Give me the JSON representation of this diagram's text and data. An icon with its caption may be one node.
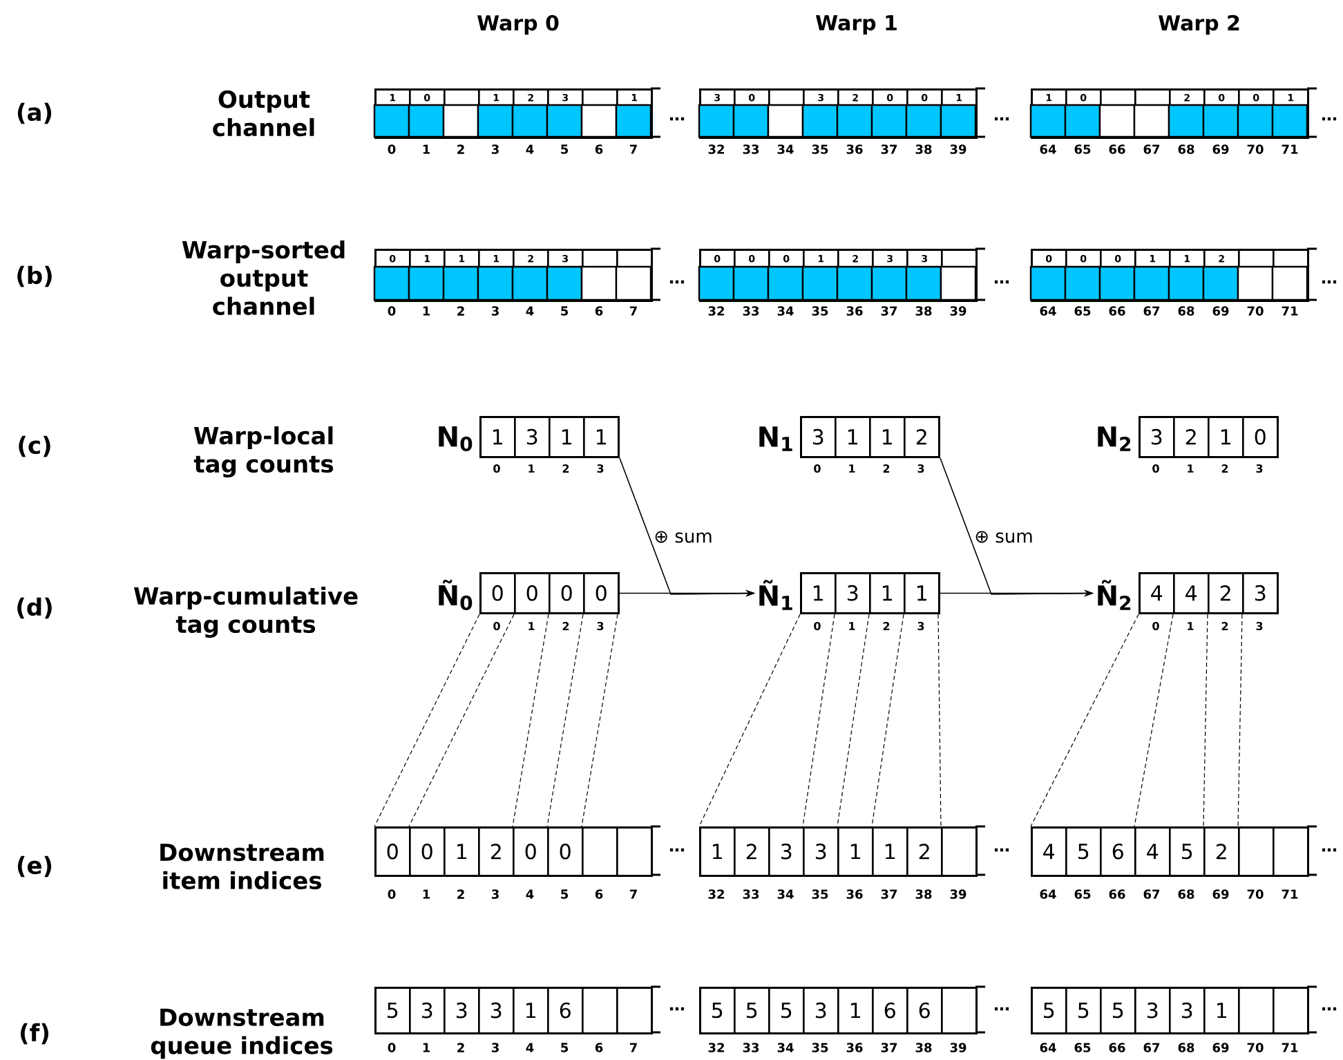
{
  "diagram": {
    "nodes": [
      {
        "text": [],
        "shape": "box"
      },
      {
        "text": [
          "1"
        ],
        "in": 0,
        "beside": [
          "0"
        ]
      },
      {
        "text": [
          "0"
        ],
        "in": 0,
        "beside": [
          "1"
        ]
      },
      {
        "text": [],
        "shape": "box",
        "in": 0,
        "beside": [
          "2"
        ]
      },
      {
        "text": [
          "1"
        ],
        "in": 0,
        "beside": [
          "3"
        ]
      },
      {
        "text": [
          "2"
        ],
        "in": 0,
        "beside": [
          "4"
        ]
      },
      {
        "text": [
          "3"
        ],
        "in": 0,
        "beside": [
          "5"
        ]
      },
      {
        "text": [],
        "shape": "box",
        "in": 0,
        "beside": [
          "6"
        ]
      },
      {
        "text": [
          "1"
        ],
        "in": 0,
        "beside": [
          "7"
        ]
      },
      {
        "text": [],
        "shape": "box"
      },
      {
        "text": [
          "3"
        ],
        "in": 9,
        "beside": [
          "32"
        ]
      },
      {
        "text": [
          "0"
        ],
        "in": 9,
        "beside": [
          "33"
        ]
      },
      {
        "text": [],
        "shape": "box",
        "in": 9,
        "beside": [
          "34"
        ]
      },
      {
        "text": [
          "3"
        ],
        "in": 9,
        "beside": [
          "35"
        ]
      },
      {
        "text": [
          "2"
        ],
        "in": 9,
        "beside": [
          "36"
        ]
      },
      {
        "text": [
          "0"
        ],
        "in": 9,
        "beside": [
          "37"
        ]
      },
      {
        "text": [
          "0"
        ],
        "in": 9,
        "beside": [
          "38"
        ]
      },
      {
        "text": [
          "1"
        ],
        "in": 9,
        "beside": [
          "39"
        ]
      },
      {
        "text": [],
        "shape": "box"
      },
      {
        "text": [
          "1"
        ],
        "in": 18,
        "beside": [
          "64"
        ]
      },
      {
        "text": [
          "0"
        ],
        "in": 18,
        "beside": [
          "65"
        ]
      },
      {
        "text": [],
        "shape": "box",
        "in": 18,
        "beside": [
          "66"
        ]
      },
      {
        "text": [],
        "shape": "box",
        "in": 18,
        "beside": [
          "67"
        ]
      },
      {
        "text": [
          "2"
        ],
        "in": 18,
        "beside": [
          "68"
        ]
      },
      {
        "text": [
          "0"
        ],
        "in": 18,
        "beside": [
          "69"
        ]
      },
      {
        "text": [
          "0"
        ],
        "in": 18,
        "beside": [
          "70"
        ]
      },
      {
        "text": [
          "1"
        ],
        "in": 18,
        "beside": [
          "71"
        ]
      },
      {
        "text": [],
        "shape": "box"
      },
      {
        "text": [
          "0"
        ],
        "in": 27,
        "beside": [
          "0"
        ]
      },
      {
        "text": [
          "1"
        ],
        "in": 27,
        "beside": [
          "1"
        ]
      },
      {
        "text": [
          "1"
        ],
        "in": 27,
        "beside": [
          "2"
        ]
      },
      {
        "text": [
          "1"
        ],
        "in": 27,
        "beside": [
          "3"
        ]
      },
      {
        "text": [
          "2"
        ],
        "in": 27,
        "beside": [
          "4"
        ]
      },
      {
        "text": [
          "3"
        ],
        "in": 27,
        "beside": [
          "5"
        ]
      },
      {
        "text": [],
        "shape": "box",
        "in": 27,
        "beside": [
          "6"
        ]
      },
      {
        "text": [],
        "shape": "box",
        "in": 27,
        "beside": [
          "7"
        ]
      },
      {
        "text": [],
        "shape": "box"
      },
      {
        "text": [
          "0"
        ],
        "in": 36,
        "beside": [
          "32"
        ]
      },
      {
        "text": [
          "0"
        ],
        "in": 36,
        "beside": [
          "33"
        ]
      },
      {
        "text": [
          "0"
        ],
        "in": 36,
        "beside": [
          "34"
        ]
      },
      {
        "text": [
          "1"
        ],
        "in": 36,
        "beside": [
          "35"
        ]
      },
      {
        "text": [
          "2"
        ],
        "in": 36,
        "beside": [
          "36"
        ]
      },
      {
        "text": [
          "3"
        ],
        "in": 36,
        "beside": [
          "37"
        ]
      },
      {
        "text": [
          "3"
        ],
        "in": 36,
        "beside": [
          "38"
        ]
      },
      {
        "text": [],
        "shape": "box",
        "in": 36,
        "beside": [
          "39"
        ]
      },
      {
        "text": [],
        "shape": "box"
      },
      {
        "text": [
          "0"
        ],
        "in": 45,
        "beside": [
          "64"
        ]
      },
      {
        "text": [
          "0"
        ],
        "in": 45,
        "beside": [
          "65"
        ]
      },
      {
        "text": [
          "0"
        ],
        "in": 45,
        "beside": [
          "66"
        ]
      },
      {
        "text": [
          "1"
        ],
        "in": 45,
        "beside": [
          "67"
        ]
      },
      {
        "text": [
          "1"
        ],
        "in": 45,
        "beside": [
          "68"
        ]
      },
      {
        "text": [
          "2"
        ],
        "in": 45,
        "beside": [
          "69"
        ]
      },
      {
        "text": [],
        "shape": "box",
        "in": 45,
        "beside": [
          "70"
        ]
      },
      {
        "text": [],
        "shape": "box",
        "in": 45,
        "beside": [
          "71"
        ]
      },
      {
        "text": [],
        "shape": "box",
        "beside": [
          "N$_{0}$"
        ]
      },
      {
        "text": [
          "1"
        ],
        "in": 54,
        "beside": [
          "0"
        ]
      },
      {
        "text": [
          "3"
        ],
        "in": 54,
        "beside": [
          "1"
        ]
      },
      {
        "text": [
          "1"
        ],
        "in": 54,
        "beside": [
          "2"
        ]
      },
      {
        "text": [
          "1"
        ],
        "in": 54,
        "beside": [
          "3"
        ]
      },
      {
        "text": [],
        "shape": "box",
        "beside": [
          "N$_{1}$"
        ]
      },
      {
        "text": [
          "3"
        ],
        "in": 59,
        "beside": [
          "0"
        ]
      },
      {
        "text": [
          "1"
        ],
        "in": 59,
        "beside": [
          "1"
        ]
      },
      {
        "text": [
          "1"
        ],
        "in": 59,
        "beside": [
          "2"
        ]
      },
      {
        "text": [
          "2"
        ],
        "in": 59,
        "beside": [
          "3"
        ]
      },
      {
        "text": [],
        "shape": "box",
        "beside": [
          "N$_{2}$"
        ]
      },
      {
        "text": [
          "3"
        ],
        "in": 64,
        "beside": [
          "0"
        ]
      },
      {
        "text": [
          "2"
        ],
        "in": 64,
        "beside": [
          "1"
        ]
      },
      {
        "text": [
          "1"
        ],
        "in": 64,
        "beside": [
          "2"
        ]
      },
      {
        "text": [
          "0"
        ],
        "in": 64,
        "beside": [
          "3"
        ]
      },
      {
        "text": [],
        "shape": "box",
        "beside": [
          "Ñ$_{0}$"
        ]
      },
      {
        "text": [
          "0"
        ],
        "in": 69,
        "beside": [
          "0"
        ]
      },
      {
        "text": [
          "0"
        ],
        "in": 69,
        "beside": [
          "1"
        ]
      },
      {
        "text": [
          "0"
        ],
        "in": 69,
        "beside": [
          "2"
        ]
      },
      {
        "text": [
          "0"
        ],
        "in": 69,
        "beside": [
          "3"
        ]
      },
      {
        "text": [],
        "shape": "box",
        "beside": [
          "Ñ$_{1}$"
        ]
      },
      {
        "text": [
          "1"
        ],
        "in": 74,
        "beside": [
          "0"
        ]
      },
      {
        "text": [
          "3"
        ],
        "in": 74,
        "beside": [
          "1"
        ]
      },
      {
        "text": [
          "1"
        ],
        "in": 74,
        "beside": [
          "2"
        ]
      },
      {
        "text": [
          "1"
        ],
        "in": 74,
        "beside": [
          "3"
        ]
      },
      {
        "text": [],
        "shape": "box",
        "beside": [
          "Ñ$_{2}$"
        ]
      },
      {
        "text": [
          "4"
        ],
        "in": 79,
        "beside": [
          "0"
        ]
      },
      {
        "text": [
          "4"
        ],
        "in": 79,
        "beside": [
          "1"
        ]
      },
      {
        "text": [
          "2"
        ],
        "in": 79,
        "beside": [
          "2"
        ]
      },
      {
        "text": [
          "3"
        ],
        "in": 79,
        "beside": [
          "3"
        ]
      },
      {
        "text": [],
        "shape": "box"
      },
      {
        "text": [
          "0"
        ],
        "in": 84,
        "beside": [
          "0"
        ]
      },
      {
        "text": [
          "0"
        ],
        "in": 84,
        "beside": [
          "1"
        ]
      },
      {
        "text": [
          "1"
        ],
        "in": 84,
        "beside": [
          "2"
        ]
      },
      {
        "text": [
          "2"
        ],
        "in": 84,
        "beside": [
          "3"
        ]
      },
      {
        "text": [
          "0"
        ],
        "in": 84,
        "beside": [
          "4"
        ]
      },
      {
        "text": [
          "0"
        ],
        "in": 84,
        "beside": [
          "5"
        ]
      },
      {
        "text": [],
        "shape": "box",
        "in": 84,
        "beside": [
          "6"
        ]
      },
      {
        "text": [],
        "shape": "box",
        "in": 84,
        "beside": [
          "7"
        ]
      },
      {
        "text": [],
        "shape": "box"
      },
      {
        "text": [
          "1"
        ],
        "in": 93,
        "beside": [
          "32"
        ]
      },
      {
        "text": [
          "2"
        ],
        "in": 93,
        "beside": [
          "33"
        ]
      },
      {
        "text": [
          "3"
        ],
        "in": 93,
        "beside": [
          "34"
        ]
      },
      {
        "text": [
          "3"
        ],
        "in": 93,
        "beside": [
          "35"
        ]
      },
      {
        "text": [
          "1"
        ],
        "in": 93,
        "beside": [
          "36"
        ]
      },
      {
        "text": [
          "1"
        ],
        "in": 93,
        "beside": [
          "37"
        ]
      },
      {
        "text": [
          "2"
        ],
        "in": 93,
        "beside": [
          "38"
        ]
      },
      {
        "text": [],
        "shape": "box",
        "in": 93,
        "beside": [
          "39"
        ]
      },
      {
        "text": [],
        "shape": "box"
      },
      {
        "text": [
          "4"
        ],
        "in": 102,
        "beside": [
          "64"
        ]
      },
      {
        "text": [
          "5"
        ],
        "in": 102,
        "beside": [
          "65"
        ]
      },
      {
        "text": [
          "6"
        ],
        "in": 102,
        "beside": [
          "66"
        ]
      },
      {
        "text": [
          "4"
        ],
        "in": 102,
        "beside": [
          "67"
        ]
      },
      {
        "text": [
          "5"
        ],
        "in": 102,
        "beside": [
          "68"
        ]
      },
      {
        "text": [
          "2"
        ],
        "in": 102,
        "beside": [
          "69"
        ]
      },
      {
        "text": [],
        "shape": "box",
        "in": 102,
        "beside": [
          "70"
        ]
      },
      {
        "text": [],
        "shape": "box",
        "in": 102,
        "beside": [
          "71"
        ]
      },
      {
        "text": [],
        "shape": "box"
      },
      {
        "text": [
          "5"
        ],
        "in": 111,
        "beside": [
          "0"
        ]
      },
      {
        "text": [
          "3"
        ],
        "in": 111,
        "beside": [
          "1"
        ]
      },
      {
        "text": [
          "3"
        ],
        "in": 111,
        "beside": [
          "2"
        ]
      },
      {
        "text": [
          "3"
        ],
        "in": 111,
        "beside": [
          "3"
        ]
      },
      {
        "text": [
          "1"
        ],
        "in": 111,
        "beside": [
          "4"
        ]
      },
      {
        "text": [
          "6"
        ],
        "in": 111,
        "beside": [
          "5"
        ]
      },
      {
        "text": [],
        "shape": "box",
        "in": 111,
        "beside": [
          "6"
        ]
      },
      {
        "text": [],
        "shape": "box",
        "in": 111,
        "beside": [
          "7"
        ]
      },
      {
        "text": [],
        "shape": "box"
      },
      {
        "text": [
          "5"
        ],
        "in": 120,
        "beside": [
          "32"
        ]
      },
      {
        "text": [
          "5"
        ],
        "in": 120,
        "beside": [
          "33"
        ]
      },
      {
        "text": [
          "5"
        ],
        "in": 120,
        "beside": [
          "34"
        ]
      },
      {
        "text": [
          "3"
        ],
        "in": 120,
        "beside": [
          "35"
        ]
      },
      {
        "text": [
          "1"
        ],
        "in": 120,
        "beside": [
          "36"
        ]
      },
      {
        "text": [
          "6"
        ],
        "in": 120,
        "beside": [
          "37"
        ]
      },
      {
        "text": [
          "6"
        ],
        "in": 120,
        "beside": [
          "38"
        ]
      },
      {
        "text": [],
        "shape": "box",
        "in": 120,
        "beside": [
          "39"
        ]
      },
      {
        "text": [],
        "shape": "box"
      },
      {
        "text": [
          "5"
        ],
        "in": 129,
        "beside": [
          "64"
        ]
      },
      {
        "text": [
          "5"
        ],
        "in": 129,
        "beside": [
          "65"
        ]
      },
      {
        "text": [
          "5"
        ],
        "in": 129,
        "beside": [
          "66"
        ]
      },
      {
        "text": [
          "3"
        ],
        "in": 129,
        "beside": [
          "67"
        ]
      },
      {
        "text": [
          "3"
        ],
        "in": 129,
        "beside": [
          "68"
        ]
      },
      {
        "text": [
          "1"
        ],
        "in": 129,
        "beside": [
          "69"
        ]
      },
      {
        "text": [],
        "shape": "box",
        "in": 129,
        "beside": [
          "70"
        ]
      },
      {
        "text": [],
        "shape": "box",
        "in": 129,
        "beside": [
          "71"
        ]
      }
    ],
    "edges": [
      {
        "from": 69,
        "to": 84,
        "arrow": "none",
        "style": "dashed"
      },
      {
        "from": 69,
        "to": 84,
        "arrow": "none",
        "style": "dashed"
      },
      {
        "from": 69,
        "to": 84,
        "arrow": "none",
        "style": "dashed"
      },
      {
        "from": 69,
        "to": 84,
        "arrow": "none",
        "style": "dashed"
      },
      {
        "from": 69,
        "to": 84,
        "arrow": "none",
        "style": "dashed"
      },
      {
        "from": 74,
        "to": 93,
        "arrow": "none",
        "style": "dashed"
      },
      {
        "from": 74,
        "to": 93,
        "arrow": "none",
        "style": "dashed"
      },
      {
        "from": 74,
        "to": 93,
        "arrow": "none",
        "style": "dashed"
      },
      {
        "from": 74,
        "to": 93,
        "arrow": "none",
        "style": "dashed"
      },
      {
        "from": 74,
        "to": 93,
        "arrow": "none",
        "style": "dashed"
      },
      {
        "from": 79,
        "to": 102,
        "arrow": "none",
        "style": "dashed"
      },
      {
        "from": 79,
        "to": 102,
        "arrow": "none",
        "style": "dashed"
      },
      {
        "from": 79,
        "to": 102,
        "arrow": "none",
        "style": "dashed"
      },
      {
        "from": 79,
        "to": 102,
        "arrow": "none",
        "style": "dashed"
      },
      {
        "from": 69,
        "to": 74,
        "arrow": "to"
      },
      {
        "from": 54,
        "to": 74,
        "arrow": "to",
        "label": "⊕ sum"
      },
      {
        "from": 74,
        "to": 79,
        "arrow": "to"
      },
      {
        "from": 59,
        "to": 79,
        "arrow": "to",
        "label": "⊕ sum"
      }
    ],
    "labels": [
      "Warp 0",
      "Warp 1",
      "Warp 2",
      "(a)",
      "Output channel",
      "…",
      "…",
      "…",
      "(b)",
      "Warp-sorted output channel",
      "…",
      "…",
      "…",
      "(c)",
      "Warp-local tag counts",
      "(d)",
      "Warp-cumulative tag counts",
      "(e)",
      "Downstream item indices",
      "…",
      "…",
      "…",
      "(f)",
      "Downstream queue indices",
      "…",
      "…",
      "…"
    ]
  }
}
